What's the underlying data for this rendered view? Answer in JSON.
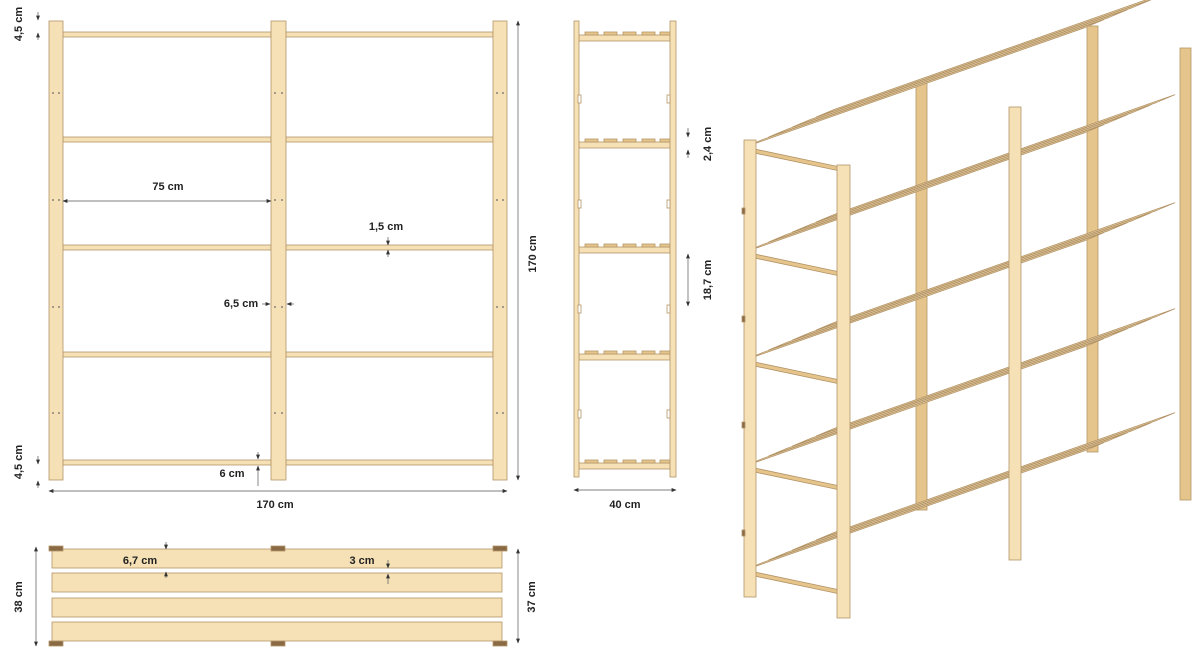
{
  "colors": {
    "wood": "#f6e1b6",
    "wood_edge": "#b39467",
    "wood_shade": "#e6c58c",
    "end_grain": "#8a6a45",
    "dimension_line": "#555555",
    "text": "#222222"
  },
  "front_view": {
    "dims": {
      "top_gap": "4,5 cm",
      "bottom_gap": "4,5 cm",
      "bay_width": "75 cm",
      "rail_thickness": "1,5 cm",
      "post_width": "6,5 cm",
      "bottom_rail": "6 cm",
      "total_width": "170 cm",
      "total_height": "170 cm"
    }
  },
  "side_view": {
    "dims": {
      "slat_thickness": "2,4 cm",
      "shelf_spacing": "18,7 cm",
      "depth": "40 cm"
    }
  },
  "top_view": {
    "dims": {
      "slat_width": "6,7 cm",
      "slat_gap": "3 cm",
      "outer_depth": "38 cm",
      "inner_depth": "37 cm"
    }
  }
}
